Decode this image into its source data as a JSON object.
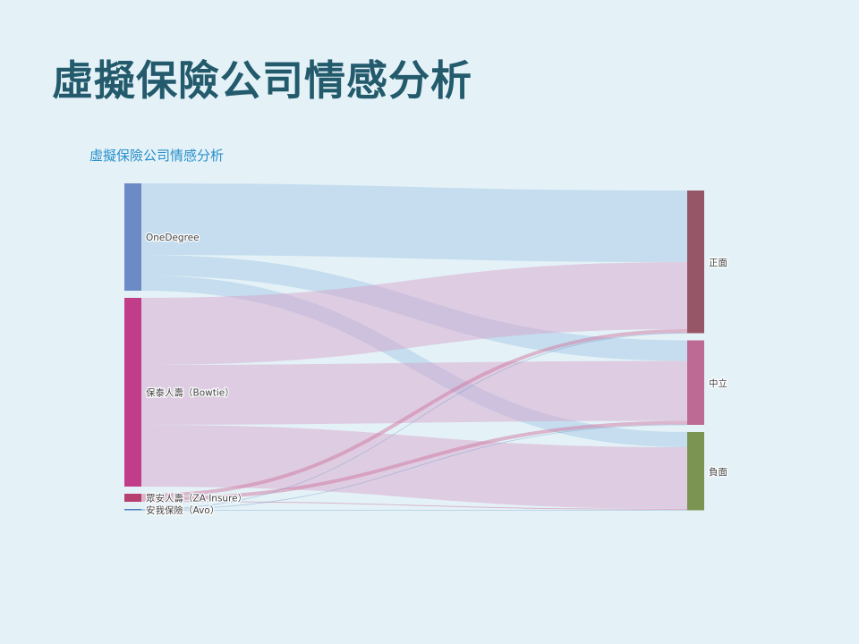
{
  "slide": {
    "title": "虛擬保險公司情感分析"
  },
  "chart_data": {
    "type": "sankey",
    "title": "虛擬保險公司情感分析",
    "title_color": "#2a8fc9",
    "source_nodes": [
      {
        "id": "onedegree",
        "label": "OneDegree",
        "color": "#6b8ac6"
      },
      {
        "id": "bowtie",
        "label": "保泰人壽（Bowtie）",
        "color": "#c13d89"
      },
      {
        "id": "za",
        "label": "眾安人壽（ZA Insure）",
        "color": "#b8406f"
      },
      {
        "id": "avo",
        "label": "安我保險（Avo）",
        "color": "#4a7fc0"
      }
    ],
    "target_nodes": [
      {
        "id": "positive",
        "label": "正面",
        "color": "#975667"
      },
      {
        "id": "neutral",
        "label": "中立",
        "color": "#bd6a94"
      },
      {
        "id": "negative",
        "label": "負面",
        "color": "#7c9451"
      }
    ],
    "links": [
      {
        "source": "onedegree",
        "target": "positive",
        "value": 80
      },
      {
        "source": "onedegree",
        "target": "neutral",
        "value": 23
      },
      {
        "source": "onedegree",
        "target": "negative",
        "value": 17
      },
      {
        "source": "bowtie",
        "target": "positive",
        "value": 75
      },
      {
        "source": "bowtie",
        "target": "neutral",
        "value": 67
      },
      {
        "source": "bowtie",
        "target": "negative",
        "value": 69
      },
      {
        "source": "za",
        "target": "positive",
        "value": 4
      },
      {
        "source": "za",
        "target": "neutral",
        "value": 4
      },
      {
        "source": "za",
        "target": "negative",
        "value": 1
      },
      {
        "source": "avo",
        "target": "positive",
        "value": 0.5
      },
      {
        "source": "avo",
        "target": "neutral",
        "value": 0.5
      },
      {
        "source": "avo",
        "target": "negative",
        "value": 0.5
      }
    ],
    "link_colors": {
      "onedegree": "rgba(160,196,226,0.45)",
      "bowtie": "rgba(214,160,200,0.45)",
      "za": "rgba(208,120,160,0.5)",
      "avo": "rgba(110,150,200,0.45)"
    }
  }
}
